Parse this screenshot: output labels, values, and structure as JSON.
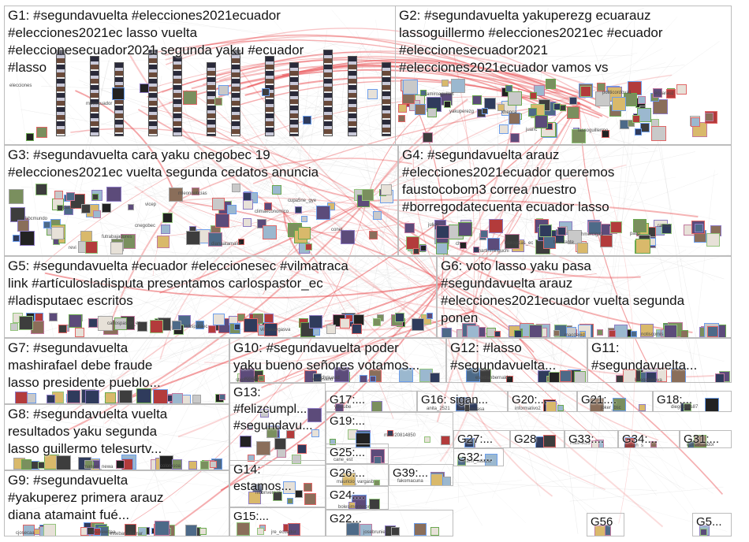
{
  "groups": [
    {
      "id": "G1",
      "label": "G1: #segundavuelta #elecciones2021ecuador\n#elecciones2021ec lasso vuelta\n#eleccionesecuador2021 segunda yaku #ecuador\n#lasso"
    },
    {
      "id": "G2",
      "label": "G2: #segundavuelta yakuperezg ecuarauz\nlassoguillermo #elecciones2021ec #ecuador\n#eleccionesecuador2021\n#elecciones2021ecuador vamos vs"
    },
    {
      "id": "G3",
      "label": "G3: #segundavuelta cara yaku cnegobec 19\n#elecciones2021ec vuelta segunda cedatos anuncia"
    },
    {
      "id": "G4",
      "label": "G4: #segundavuelta arauz\n#elecciones2021ecuador queremos\nfaustocobom3 correa nuestro\n#borregodatecuenta ecuador lasso"
    },
    {
      "id": "G5",
      "label": "G5: #segundavuelta #ecuador #eleccionesec #vilmatraca\nlink #artículosladisputa presentamos carlospastor_ec\n#ladisputaec escritos"
    },
    {
      "id": "G6",
      "label": "G6: voto lasso yaku pasa\n#segundavuelta arauz\n#elecciones2021ecuador vuelta segunda\nponen"
    },
    {
      "id": "G7",
      "label": "G7: #segundavuelta\nmashirafael debe fraude\nlasso presidente pueblo..."
    },
    {
      "id": "G10",
      "label": "G10: #segundavuelta poder\nyaku bueno señores votamos..."
    },
    {
      "id": "G12",
      "label": "G12: #lasso\n#segundavuelta..."
    },
    {
      "id": "G11",
      "label": "G11:\n#segundavuelta..."
    },
    {
      "id": "G8",
      "label": "G8: #segundavuelta vuelta\nresultados yaku segunda\nlasso guillermo telesurtv..."
    },
    {
      "id": "G13",
      "label": "G13:\n#felizcumpl...\n#segundavu..."
    },
    {
      "id": "G17",
      "label": "G17:..."
    },
    {
      "id": "G16",
      "label": "G16: sigan..."
    },
    {
      "id": "G20",
      "label": "G20:..."
    },
    {
      "id": "G21",
      "label": "G21:..."
    },
    {
      "id": "G18",
      "label": "G18:..."
    },
    {
      "id": "G19",
      "label": "G19:..."
    },
    {
      "id": "G27",
      "label": "G27:..."
    },
    {
      "id": "G28",
      "label": "G28"
    },
    {
      "id": "G33",
      "label": "G33:..."
    },
    {
      "id": "G34",
      "label": "G34:..."
    },
    {
      "id": "G31",
      "label": "G31:..."
    },
    {
      "id": "G25",
      "label": "G25:..."
    },
    {
      "id": "G32",
      "label": "G32:..."
    },
    {
      "id": "G9",
      "label": "G9: #segundavuelta\n#yakuperez primera arauz\ndiana atamaint fué..."
    },
    {
      "id": "G14",
      "label": "G14:\nestamos..."
    },
    {
      "id": "G26",
      "label": "G26:..."
    },
    {
      "id": "G39",
      "label": "G39:..."
    },
    {
      "id": "G24",
      "label": "G24:..."
    },
    {
      "id": "G15",
      "label": "G15:..."
    },
    {
      "id": "G22",
      "label": "G22..."
    },
    {
      "id": "G56",
      "label": "G56"
    },
    {
      "id": "G5x",
      "label": "G5..."
    }
  ],
  "node_labels": {
    "G1": [
      "elecciones",
      "moeecuador"
    ],
    "G2": [
      "ramiroaguilart",
      "xhenca",
      "lassoguillermo",
      "ecuarauz",
      "yakuperezg",
      "juanc",
      "politicordova1"
    ],
    "G3": [
      "cedatos",
      "cnegobec",
      "dianaatamaint",
      "cupa5ne_gye",
      "bbcmundo",
      "futrabajadores",
      "mleonnoticias",
      "climaeconomico",
      "conei",
      "revi",
      "vicep"
    ],
    "G4": [
      "martinminguchi",
      "tinoctante",
      "paco",
      "julioc",
      "biologicas_ec",
      "hmerciga1",
      "ramus",
      "ch"
    ],
    "G5": [
      "carlospastor_ec",
      "ladisputaec",
      "vilmavargasva"
    ],
    "G6": [
      "macdavid_",
      "notiscomis"
    ],
    "G7": [],
    "G10": [
      "ronaldva",
      "chrisavid",
      "stephanie_",
      "kartesano"
    ],
    "G12": [
      "estebanbernaldo"
    ],
    "G11": [
      "loregaroveva"
    ],
    "G8": [
      "manuel_newa",
      "colorosoa"
    ],
    "G13": [],
    "G17": [
      "youtube"
    ],
    "G16": [
      "elencamcasa",
      "anita_2521"
    ],
    "G20": [
      "informativo2"
    ],
    "G21": [
      "joker_bsc"
    ],
    "G18": [
      "diegoarias87"
    ],
    "G19": [
      "mifer20814850"
    ],
    "G27": [],
    "G28": [],
    "G33": [
      "mashik33"
    ],
    "G34": [
      "joseph_s"
    ],
    "G31": [
      "quifoecuador"
    ],
    "G25": [
      "cane_est"
    ],
    "G32": [
      "arami_salazar"
    ],
    "G9": [
      "estebanvillamar",
      "cjosecaa",
      "esdrewdaa"
    ],
    "G14": [
      "nicorivera25"
    ],
    "G26": [
      "mauricio_vargasb"
    ],
    "G39": [
      "fakomacuna"
    ],
    "G24": [
      "bolesimonteron"
    ],
    "G15": [
      "jre_ecuador"
    ],
    "G22": [
      "josebruniera"
    ],
    "G56": [],
    "G5x": []
  },
  "colors": {
    "edge": "#e8474b",
    "border": "#bdbdbd",
    "text": "#141414"
  }
}
